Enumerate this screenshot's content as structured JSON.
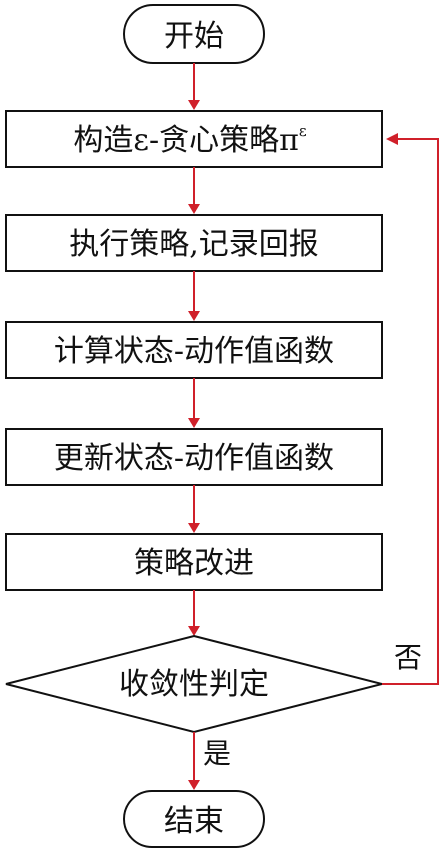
{
  "nodes": {
    "start": "开始",
    "construct_policy": "构造ε-贪心策略π",
    "construct_policy_superscript": "ε",
    "execute_policy": "执行策略,记录回报",
    "compute_q": "计算状态-动作值函数",
    "update_q": "更新状态-动作值函数",
    "improve_policy": "策略改进",
    "convergence_check": "收敛性判定",
    "end": "结束"
  },
  "edges": {
    "yes_label": "是",
    "no_label": "否"
  },
  "colors": {
    "arrow": "#d0202a",
    "stroke": "#111111",
    "background": "#ffffff"
  }
}
